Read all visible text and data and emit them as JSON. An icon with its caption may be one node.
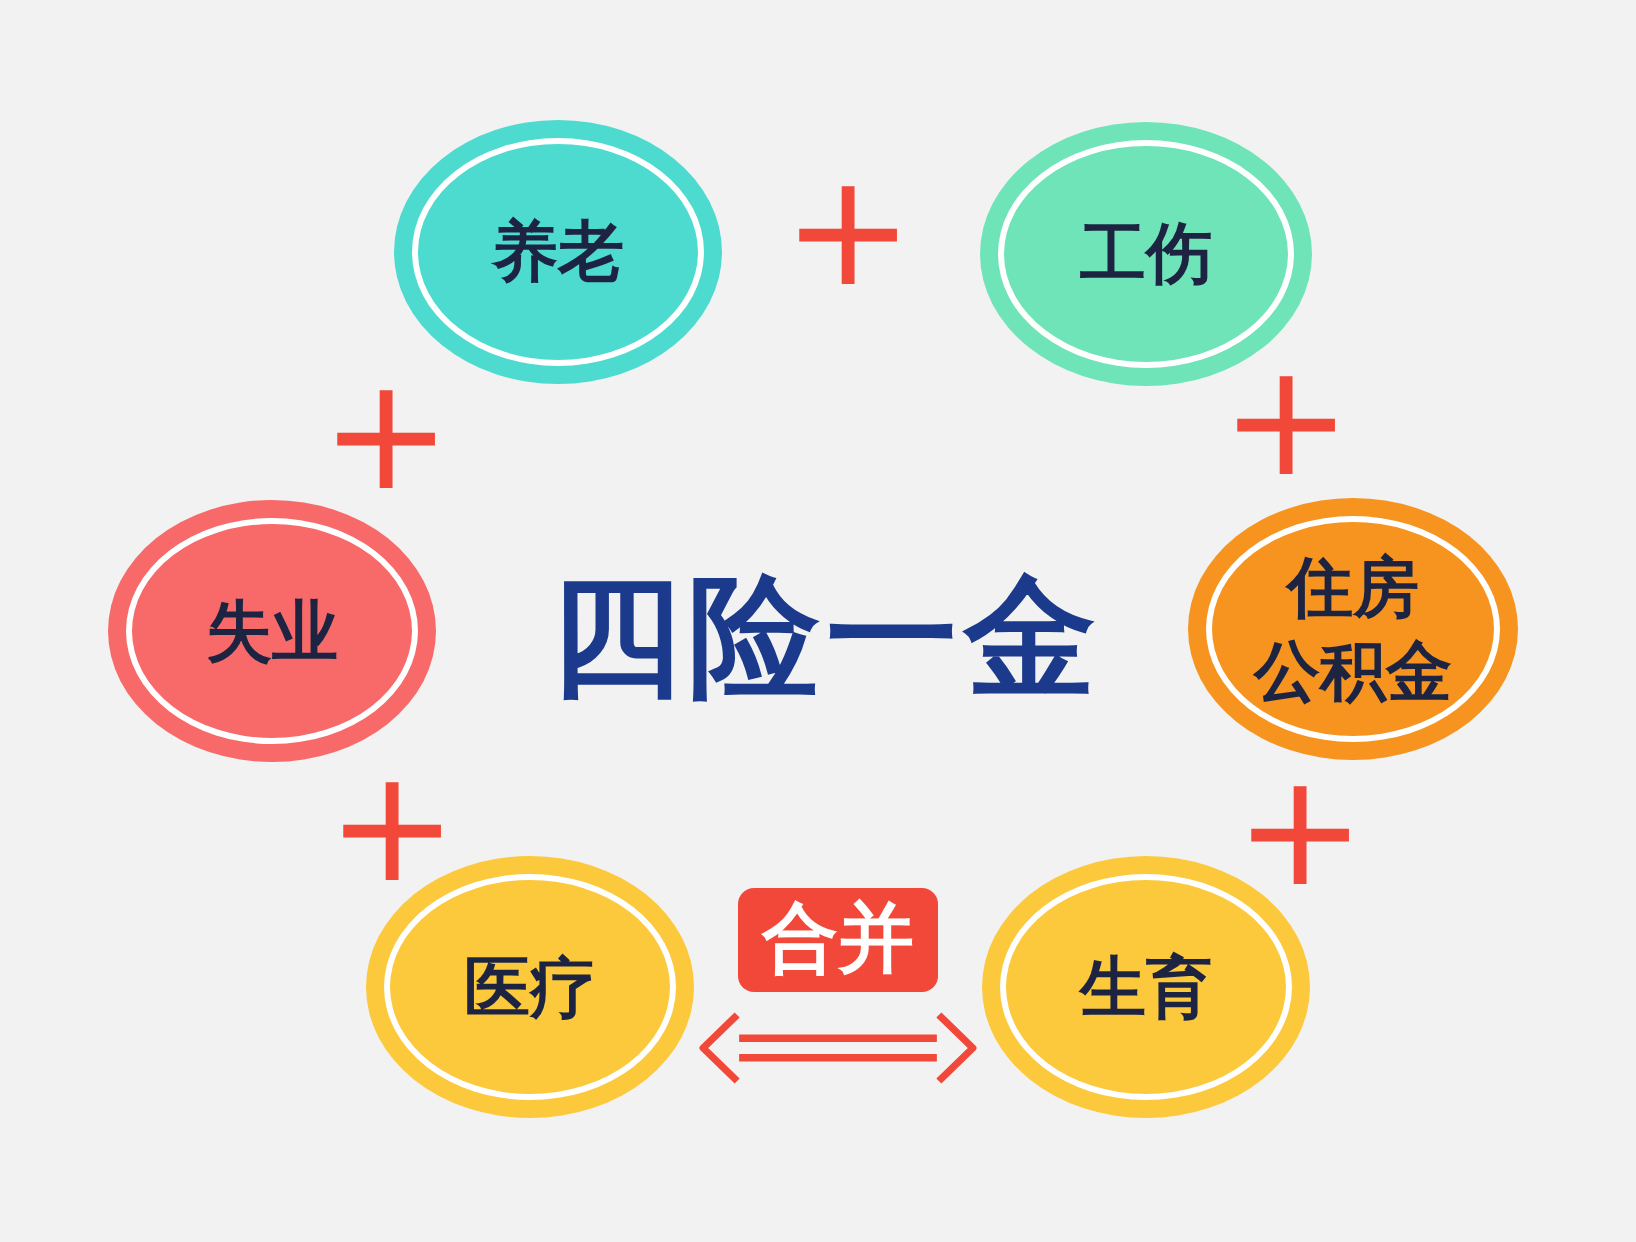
{
  "diagram": {
    "title": "四险一金",
    "nodes": [
      {
        "text": [
          "养老"
        ]
      },
      {
        "text": [
          "工伤"
        ]
      },
      {
        "text": [
          "失业"
        ]
      },
      {
        "text": [
          "住房公积金"
        ]
      },
      {
        "text": [
          "医疗"
        ]
      },
      {
        "text": [
          "生育"
        ]
      }
    ],
    "edges": [
      {
        "from": 4,
        "to": 5,
        "arrow": "both",
        "label": "合并"
      }
    ],
    "labels": [
      "+",
      "+",
      "+",
      "+",
      "+"
    ]
  }
}
